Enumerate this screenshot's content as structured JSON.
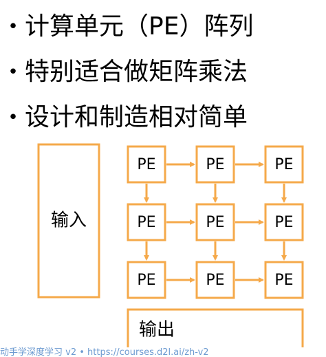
{
  "bullets": [
    {
      "symbol": "•",
      "text": "计算单元（PE）阵列"
    },
    {
      "symbol": "•",
      "text": "特别适合做矩阵乘法"
    },
    {
      "symbol": "•",
      "text": "设计和制造相对简单"
    }
  ],
  "diagram": {
    "input_label": "输入",
    "output_label": "输出",
    "pe_label": "PE",
    "grid_rows": 3,
    "grid_cols": 3,
    "colors": {
      "stroke": "#f5a94a",
      "text": "#000000"
    }
  },
  "footer": {
    "text": "动手学深度学习 v2 • https://courses.d2l.ai/zh-v2"
  }
}
